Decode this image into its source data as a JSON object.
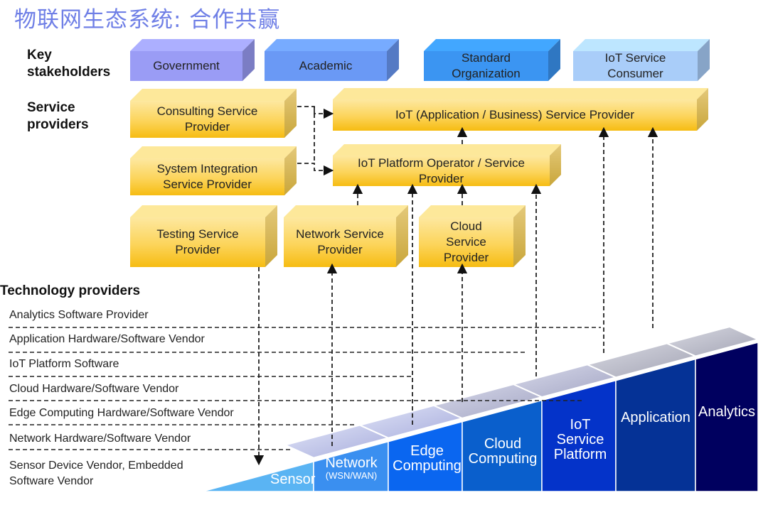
{
  "title": "物联网生态系统: 合作共赢",
  "row_labels": {
    "key_stakeholders": "Key\nstakeholders",
    "service_providers": "Service\nproviders",
    "technology_providers": "Technology providers"
  },
  "stakeholders": [
    {
      "label": "Government",
      "color": "#9a9cf5"
    },
    {
      "label": "Academic",
      "color": "#6a99f5"
    },
    {
      "label": "Standard\nOrganization",
      "color": "#3b95f2"
    },
    {
      "label": "IoT Service\nConsumer",
      "color": "#a9cdf9"
    }
  ],
  "service_providers": [
    {
      "id": "consulting",
      "label": "Consulting Service\nProvider"
    },
    {
      "id": "system_integration",
      "label": "System Integration\nService Provider"
    },
    {
      "id": "iot_app_business",
      "label": "IoT (Application / Business) Service Provider"
    },
    {
      "id": "iot_platform_operator",
      "label": "IoT Platform Operator / Service\nProvider"
    },
    {
      "id": "testing",
      "label": "Testing Service\nProvider"
    },
    {
      "id": "network",
      "label": "Network Service\nProvider"
    },
    {
      "id": "cloud",
      "label": "Cloud\nService\nProvider"
    }
  ],
  "technology_providers": [
    "Analytics Software Provider",
    "Application Hardware/Software Vendor",
    "IoT Platform Software",
    "Cloud Hardware/Software Vendor",
    "Edge Computing Hardware/Software Vendor",
    "Network Hardware/Software Vendor",
    "Sensor Device Vendor, Embedded\nSoftware Vendor"
  ],
  "layers": [
    {
      "label": "Sensor",
      "sub": "",
      "color": "#5ab4f3"
    },
    {
      "label": "Network",
      "sub": "(WSN/WAN)",
      "color": "#3a8ff0"
    },
    {
      "label": "Edge\nComputing",
      "sub": "",
      "color": "#0a66f0"
    },
    {
      "label": "Cloud\nComputing",
      "sub": "",
      "color": "#0a5fcc"
    },
    {
      "label": "IoT\nService\nPlatform",
      "sub": "",
      "color": "#0433c9"
    },
    {
      "label": "Application",
      "sub": "",
      "color": "#053296"
    },
    {
      "label": "Analytics",
      "sub": "",
      "color": "#00005f"
    }
  ],
  "colors": {
    "provider_box": "#fbc624",
    "title": "#6f7fe6"
  }
}
